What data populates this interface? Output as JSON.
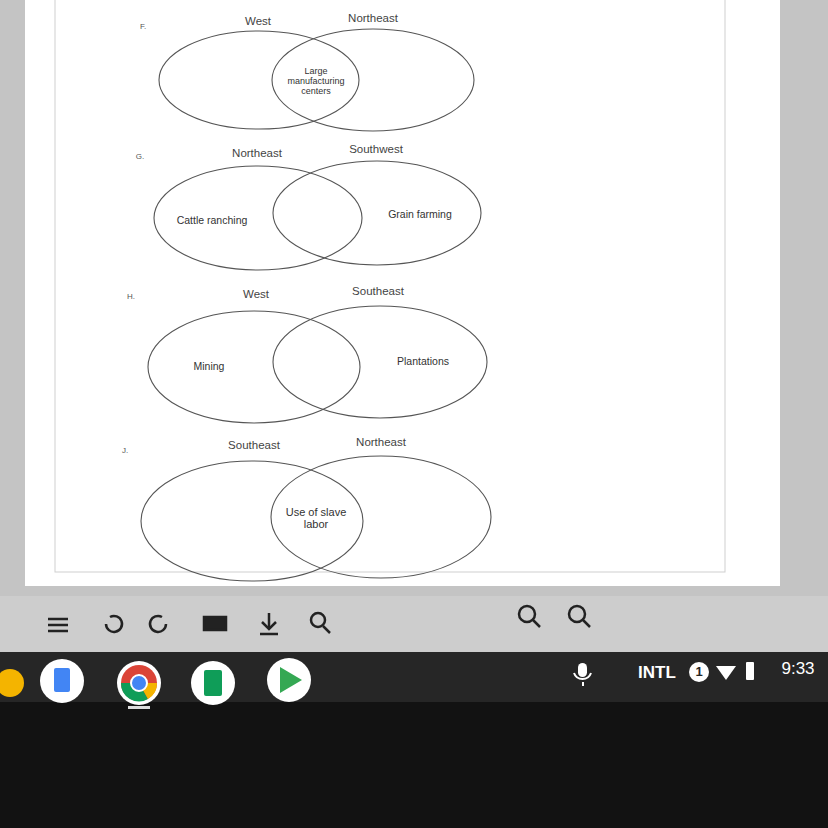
{
  "diagram": {
    "nodes": [
      {
        "text": [
          "West"
        ]
      },
      {
        "text": [
          "Northeast"
        ]
      },
      {
        "text": [
          "Northeast",
          "Cattle ranching"
        ]
      },
      {
        "text": [
          "Southwest",
          "Grain farming"
        ]
      },
      {
        "text": [
          "West",
          "Mining"
        ]
      },
      {
        "text": [
          "Southeast",
          "Plantations"
        ]
      },
      {
        "text": [
          "Southeast"
        ]
      },
      {
        "text": [
          "Northeast"
        ]
      }
    ],
    "labels": [
      "F.",
      "Large manufacturing centers",
      "G.",
      "H.",
      "J.",
      "Use of slave labor",
      "INTL",
      "1",
      "9:33"
    ]
  }
}
